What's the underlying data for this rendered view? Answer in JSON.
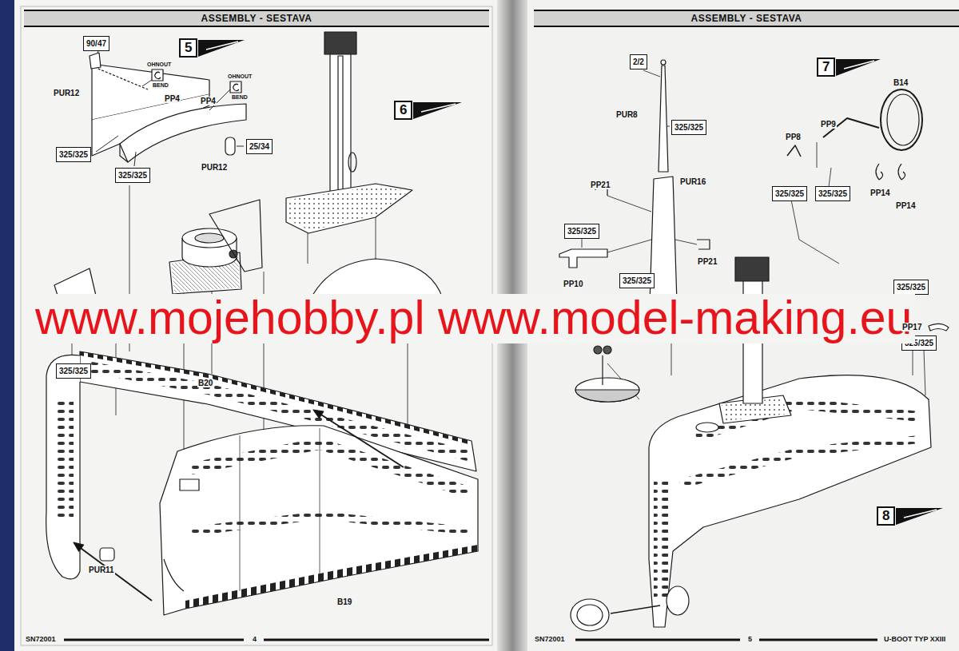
{
  "diagram": {
    "nodes": [
      {
        "text": [
          "ASSEMBLY - SESTAVA"
        ]
      },
      {
        "text": [
          "90/47"
        ]
      },
      {
        "text": [
          "5"
        ]
      },
      {
        "text": [
          "6"
        ]
      },
      {
        "text": [
          "25/34"
        ]
      },
      {
        "text": [
          "325/325"
        ]
      },
      {
        "text": [
          "325/325"
        ]
      },
      {
        "text": [
          "325/325"
        ]
      },
      {
        "text": [
          "ASSEMBLY - SESTAVA"
        ]
      },
      {
        "text": [
          "2/2"
        ]
      },
      {
        "text": [
          "7"
        ]
      },
      {
        "text": [
          "325/325"
        ]
      },
      {
        "text": [
          "325/325"
        ]
      },
      {
        "text": [
          "325/325"
        ]
      },
      {
        "text": [
          "325/325"
        ]
      },
      {
        "text": [
          "325/325"
        ]
      },
      {
        "text": [
          "325/325"
        ]
      },
      {
        "text": [
          "325/325"
        ]
      },
      {
        "text": [
          "8"
        ]
      }
    ],
    "labels": [
      "PUR12",
      "OHNOUT",
      "BEND",
      "PP4",
      "OHNOUT",
      "BEND",
      "PP4",
      "PUR12",
      "B20",
      "PUR11",
      "B19",
      "SN72001",
      "4",
      "www.mojehobby.pl www.model-making.eu",
      "PUR8",
      "PP21",
      "PUR16",
      "PP21",
      "PP10",
      "PP8",
      "PP9",
      "B14",
      "PP14",
      "PP14",
      "PP17",
      "SN72001",
      "5",
      "U-BOOT TYP XXIII"
    ]
  }
}
